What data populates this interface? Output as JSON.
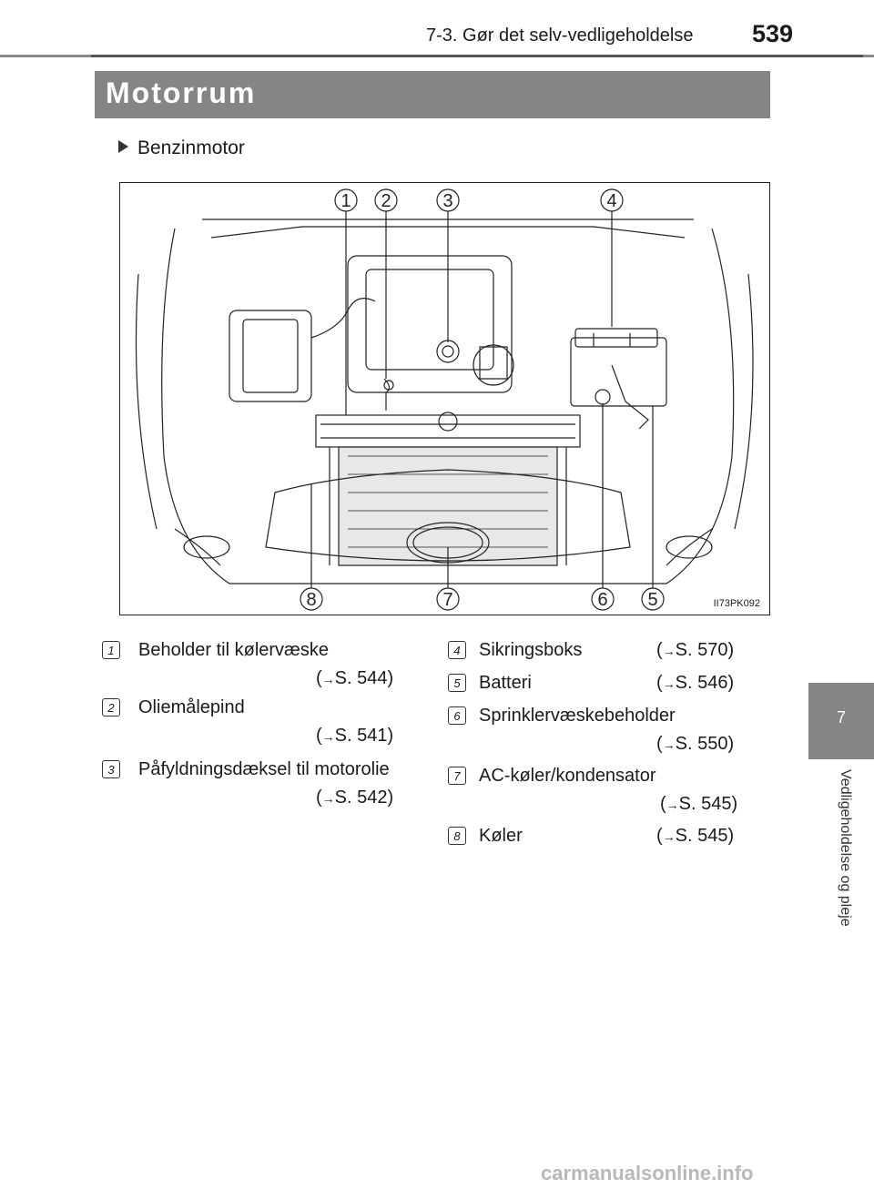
{
  "header": {
    "section": "7-3. Gør det selv-vedligeholdelse",
    "page_number": "539"
  },
  "section_title": "Motorrum",
  "subsection": "Benzinmotor",
  "figure": {
    "code": "II73PK092",
    "callouts_top": [
      "1",
      "2",
      "3",
      "4"
    ],
    "callouts_bottom": [
      "8",
      "7",
      "6",
      "5"
    ]
  },
  "legend": [
    {
      "num": "1",
      "label": "Beholder til kølervæske",
      "ref": "S. 544"
    },
    {
      "num": "2",
      "label": "Oliemålepind",
      "ref": "S. 541"
    },
    {
      "num": "3",
      "label": "Påfyldningsdæksel til motorolie",
      "ref": "S. 542"
    },
    {
      "num": "4",
      "label": "Sikringsboks",
      "ref": "S. 570"
    },
    {
      "num": "5",
      "label": "Batteri",
      "ref": "S. 546"
    },
    {
      "num": "6",
      "label": "Sprinklervæskebeholder",
      "ref": "S. 550"
    },
    {
      "num": "7",
      "label": "AC-køler/kondensator",
      "ref": "S. 545"
    },
    {
      "num": "8",
      "label": "Køler",
      "ref": "S. 545"
    }
  ],
  "side_tab": {
    "number": "7",
    "text": "Vedligeholdelse og pleje"
  },
  "watermark": "carmanualsonline.info"
}
